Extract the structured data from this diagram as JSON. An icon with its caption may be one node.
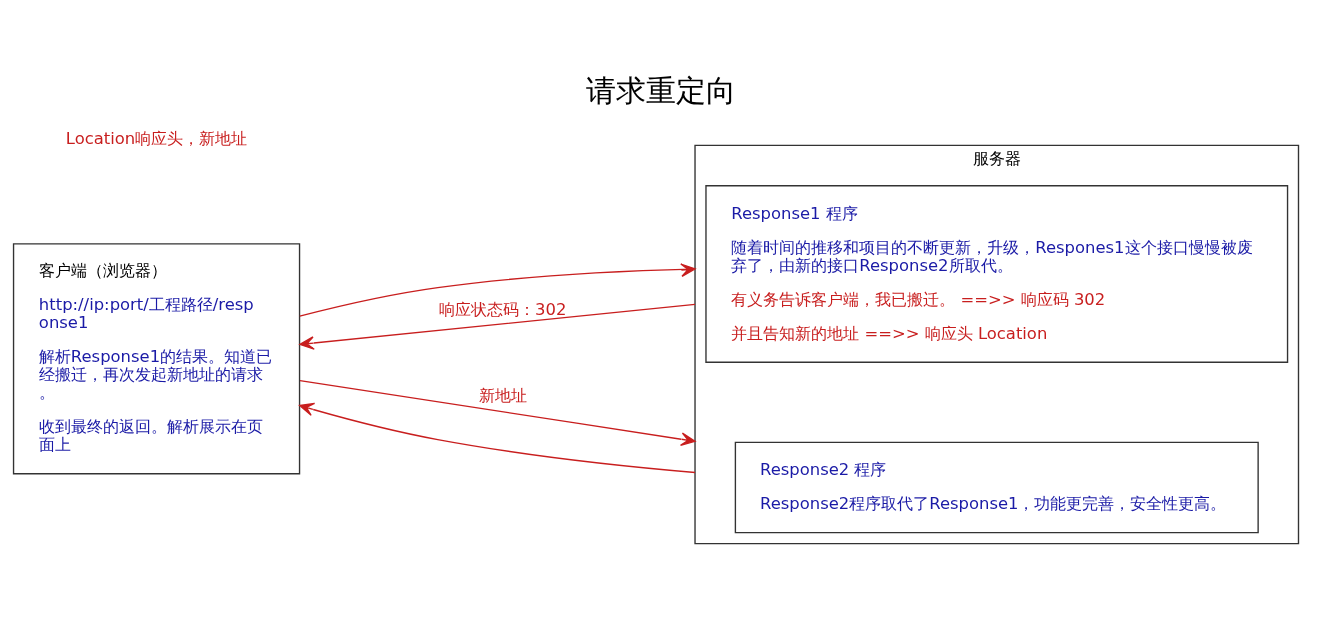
{
  "diagram": {
    "title": "请求重定向",
    "nodes": [
      {
        "text": [
          "客户端（浏览器）",
          "http://ip:port/工程路径/response1",
          "解析Response1的结果。知道已经搬迁，再次发起新地址的请求。",
          "收到最终的返回。解析展示在页面上"
        ]
      },
      {
        "text": [
          "服务器"
        ]
      },
      {
        "text": [
          "Response1 程序",
          "随着时间的推移和项目的不断更新，升级，Respones1这个接口慢慢被废弃了，由新的接口Response2所取代。",
          "有义务告诉客户端，我已搬迁。 ==>> 响应码 302",
          "并且告知新的地址 ==>> 响应头 Location"
        ],
        "in": 1
      },
      {
        "text": [
          "Response2 程序",
          "Response2程序取代了Response1，功能更完善，安全性更高。"
        ],
        "in": 1
      }
    ],
    "edges": [
      {
        "from": 0,
        "to": 1,
        "arrow": "to"
      },
      {
        "from": 1,
        "to": 0,
        "arrow": "to",
        "label": "响应状态码：302"
      },
      {
        "from": 0,
        "to": 1,
        "arrow": "to",
        "label": "新地址"
      },
      {
        "from": 1,
        "to": 0,
        "arrow": "to"
      }
    ],
    "labels": [
      "Location响应头，新地址"
    ]
  }
}
